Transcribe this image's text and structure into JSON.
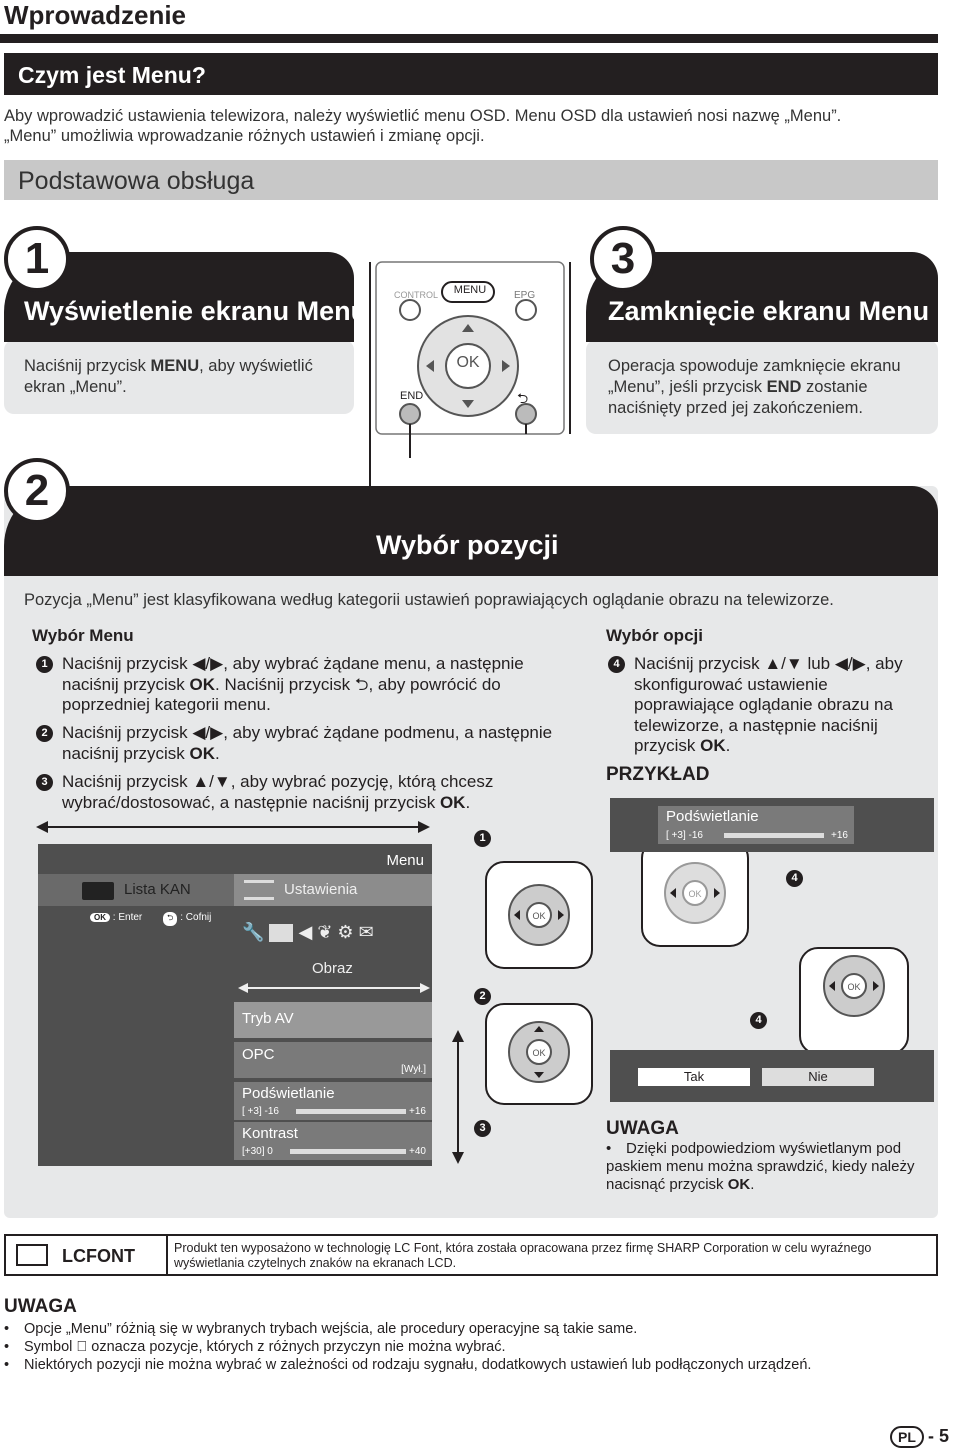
{
  "header": {
    "title": "Wprowadzenie"
  },
  "section": {
    "title": "Czym jest Menu?"
  },
  "intro": {
    "line1": "Aby wprowadzić ustawienia telewizora, należy wyświetlić menu OSD. Menu OSD dla ustawień nosi nazwę „Menu”.",
    "line2": "„Menu” umożliwia wprowadzanie różnych ustawień i zmianę opcji."
  },
  "subsection": {
    "title": "Podstawowa obsługa"
  },
  "step1": {
    "number": "1",
    "title": "Wyświetlenie ekranu Menu",
    "text_a": "Naciśnij przycisk ",
    "key": "MENU",
    "text_b": ", aby wyświetlić ekran „Menu”."
  },
  "step3": {
    "number": "3",
    "title": "Zamknięcie ekranu Menu",
    "text_a": "Operacja spowoduje zamknięcie ekranu „Menu”, jeśli przycisk ",
    "key": "END",
    "text_b": " zostanie naciśnięty przed jej zakończeniem."
  },
  "remote": {
    "control_label": "CONTROL",
    "menu_label": "MENU",
    "epg_label": "EPG",
    "ok_label": "OK",
    "end_label": "END",
    "return_label": "⮌"
  },
  "step2": {
    "number": "2",
    "title": "Wybór pozycji",
    "description": "Pozycja „Menu” jest klasyfikowana według kategorii ustawień poprawiających oglądanie obrazu na telewizorze.",
    "menu_select_title": "Wybór Menu",
    "items": [
      {
        "num": "1",
        "a": "Naciśnij przycisk ◀/▶, aby wybrać żądane menu, a następnie naciśnij przycisk ",
        "k1": "OK",
        "b": ". Naciśnij przycisk ⮌, aby powrócić do poprzedniej kategorii menu."
      },
      {
        "num": "2",
        "a": "Naciśnij przycisk ◀/▶, aby wybrać żądane podmenu, a następnie naciśnij przycisk ",
        "k1": "OK",
        "b": "."
      },
      {
        "num": "3",
        "a": "Naciśnij przycisk ▲/▼, aby wybrać pozycję, którą chcesz wybrać/dostosować, a następnie naciśnij przycisk ",
        "k1": "OK",
        "b": "."
      }
    ],
    "option_select_title": "Wybór opcji",
    "option_item": {
      "num": "4",
      "a": "Naciśnij przycisk ▲/▼ lub ◀/▶, aby skonfigurować ustawienie poprawiające oglądanie obrazu na telewizorze, a następnie naciśnij przycisk ",
      "k1": "OK",
      "b": "."
    },
    "example_title": "PRZYKŁAD"
  },
  "osd": {
    "menu_label": "Menu",
    "tab1": "Lista KAN",
    "tab2": "Ustawienia",
    "hint_ok": "OK",
    "hint_enter": ": Enter",
    "hint_back": ": Cofnij",
    "submenu": "Obraz",
    "rows": [
      {
        "label": "Tryb AV",
        "value": ""
      },
      {
        "label": "OPC",
        "value": "[Wył.]"
      },
      {
        "label": "Podświetlanie",
        "scale_left": "[  +3]  -16",
        "scale_right": "+16"
      },
      {
        "label": "Kontrast",
        "scale_left": "[+30]     0",
        "scale_right": "+40"
      }
    ]
  },
  "example": {
    "label": "Podświetlanie",
    "scale_left": "[  +3]  -16",
    "scale_right": "+16",
    "yes": "Tak",
    "no": "Nie"
  },
  "callouts": {
    "c1": "1",
    "c2": "2",
    "c3": "3",
    "c4": "4"
  },
  "uwaga_small": {
    "title": "UWAGA",
    "text_a": "Dzięki podpowiedziom wyświetlanym pod paskiem menu można sprawdzić, kiedy należy nacisnąć przycisk ",
    "key": "OK",
    "text_b": "."
  },
  "lcfont": {
    "label": "LCFONT",
    "text": "Produkt ten wyposażono w technologię LC Font, która została opracowana przez firmę SHARP Corporation w celu wyraźnego wyświetlania czytelnych znaków na ekranach LCD."
  },
  "uwaga": {
    "title": "UWAGA",
    "items": [
      "Opcje „Menu” różnią się w wybranych trybach wejścia, ale procedury operacyjne są takie same.",
      "Symbol ⃠ oznacza pozycje, których z różnych przyczyn nie można wybrać.",
      "Niektórych pozycji nie można wybrać w zależności od rodzaju sygnału, dodatkowych ustawień lub podłączonych urządzeń."
    ]
  },
  "footer": {
    "lang": "PL",
    "page": "- 5"
  }
}
